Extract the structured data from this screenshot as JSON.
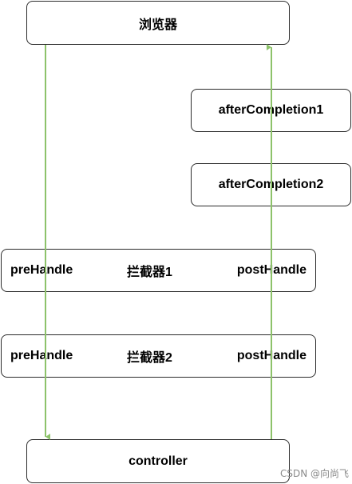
{
  "nodes": {
    "browser": "浏览器",
    "after_completion_1": "afterCompletion1",
    "after_completion_2": "afterCompletion2",
    "interceptor_1": {
      "pre": "preHandle",
      "name": "拦截器1",
      "post": "postHandle"
    },
    "interceptor_2": {
      "pre": "preHandle",
      "name": "拦截器2",
      "post": "postHandle"
    },
    "controller": "controller"
  },
  "colors": {
    "arrow": "#8dc26a",
    "border": "#2b2b2b"
  },
  "watermark": "CSDN @向尚飞"
}
